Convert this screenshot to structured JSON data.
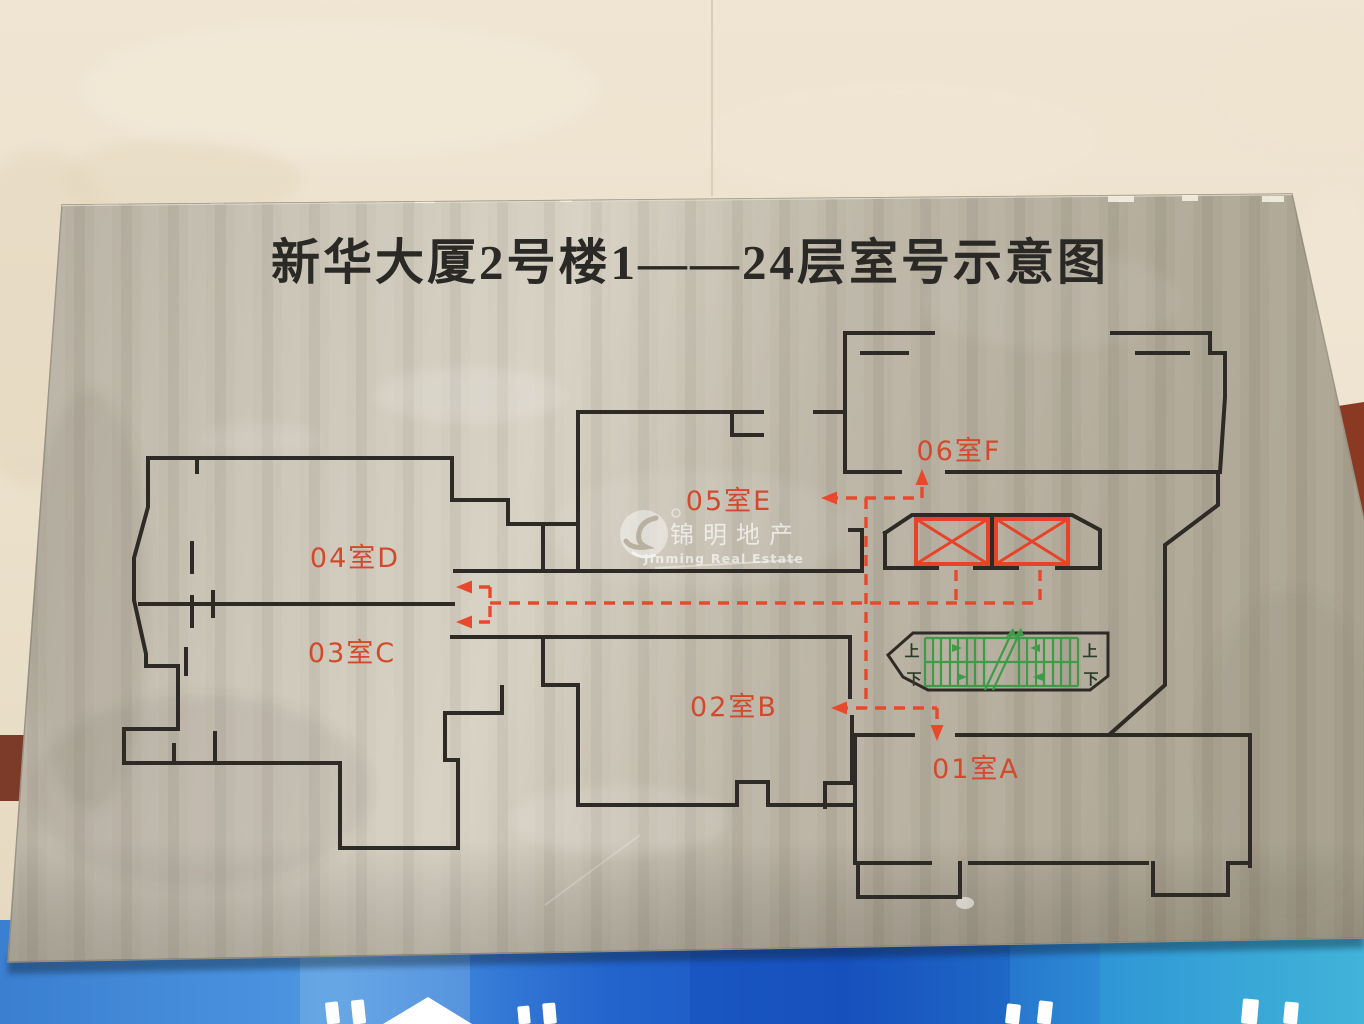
{
  "sign": {
    "title": "新华大厦2号楼1——24层室号示意图",
    "rooms": [
      {
        "id": "01A",
        "label": "01室A"
      },
      {
        "id": "02B",
        "label": "02室B"
      },
      {
        "id": "03C",
        "label": "03室C"
      },
      {
        "id": "04D",
        "label": "04室D"
      },
      {
        "id": "05E",
        "label": "05室E"
      },
      {
        "id": "06F",
        "label": "06室F"
      }
    ],
    "stairs": {
      "up": "上",
      "down": "下"
    },
    "watermark": {
      "cn": "锦明地产",
      "en": "Jinming Real Estate"
    },
    "icons": [
      "elevator-crossbox-icon",
      "stairs-icon",
      "escape-route-arrows",
      "swan-logo-icon"
    ],
    "colors": {
      "plan_line": "#2e2b26",
      "room_label_red": "#d24a2e",
      "route_red": "#e8492c",
      "stairs_green": "#3f9b48",
      "plate_metal": "#c3bcae",
      "marble_wall": "#ebe0cc",
      "banner_blue": "#2b7fd4",
      "doorframe_brown": "#7c3a28"
    }
  }
}
